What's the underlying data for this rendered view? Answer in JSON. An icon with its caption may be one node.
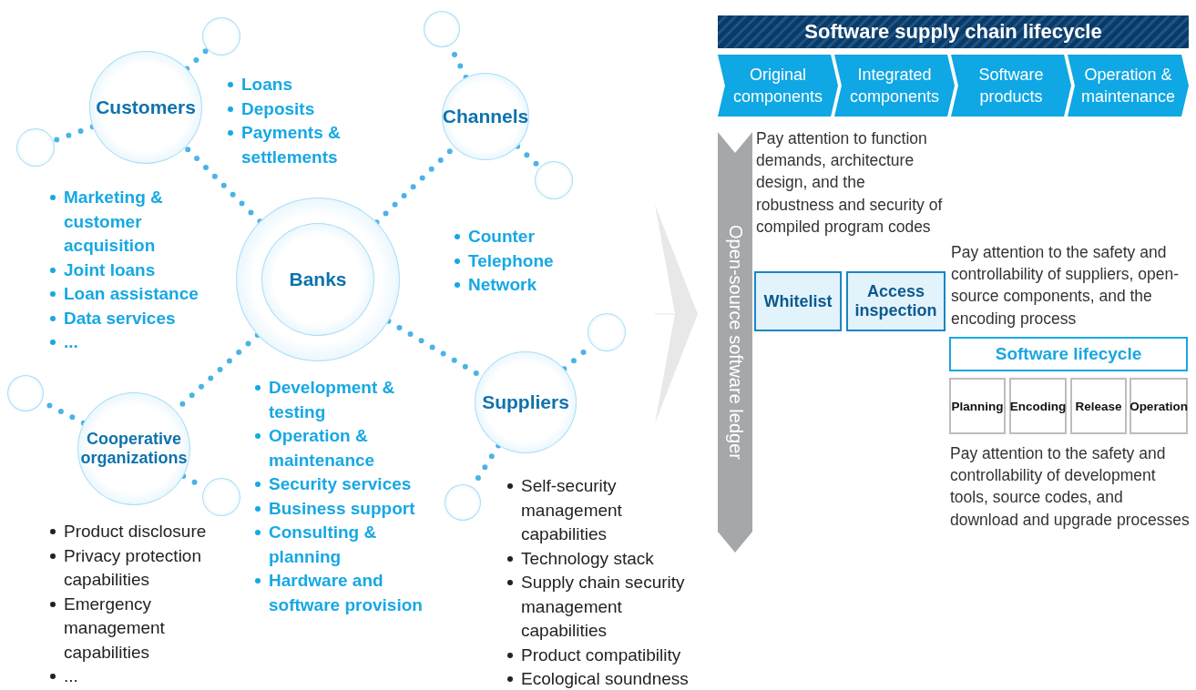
{
  "diagram": {
    "nodes": [
      {
        "text": [
          "Banks"
        ]
      },
      {
        "text": [
          "Customers"
        ]
      },
      {
        "text": [
          "Channels"
        ]
      },
      {
        "text": [
          "Suppliers"
        ]
      },
      {
        "text": [
          "Cooperative organizations"
        ]
      },
      {
        "text": [],
        "shape": "circle"
      },
      {
        "text": [],
        "shape": "circle"
      },
      {
        "text": [],
        "shape": "circle"
      },
      {
        "text": [],
        "shape": "circle"
      },
      {
        "text": [],
        "shape": "circle"
      },
      {
        "text": [],
        "shape": "circle"
      },
      {
        "text": [],
        "shape": "circle"
      },
      {
        "text": [],
        "shape": "circle"
      },
      {
        "text": [
          "Software supply chain lifecycle"
        ]
      },
      {
        "text": [
          "Original components"
        ]
      },
      {
        "text": [
          "Integrated components"
        ]
      },
      {
        "text": [
          "Software products"
        ]
      },
      {
        "text": [
          "Operation & maintenance"
        ]
      },
      {
        "text": [
          "Open-source software ledger"
        ]
      },
      {
        "text": [
          "Whitelist"
        ]
      },
      {
        "text": [
          "Access inspection"
        ]
      },
      {
        "text": [
          "Software lifecycle"
        ]
      },
      {
        "text": [
          "Planning"
        ]
      },
      {
        "text": [
          "Encoding"
        ]
      },
      {
        "text": [
          "Release"
        ]
      },
      {
        "text": [
          "Operation"
        ]
      }
    ],
    "edges": [
      {
        "from": 0,
        "to": 1,
        "arrow": "none",
        "style": "dashed"
      },
      {
        "from": 0,
        "to": 2,
        "arrow": "none",
        "style": "dashed"
      },
      {
        "from": 0,
        "to": 3,
        "arrow": "none",
        "style": "dashed"
      },
      {
        "from": 0,
        "to": 4,
        "arrow": "none",
        "style": "dashed"
      },
      {
        "from": 1,
        "to": 6,
        "arrow": "none",
        "style": "dashed"
      },
      {
        "from": 1,
        "to": 7,
        "arrow": "none",
        "style": "dashed"
      },
      {
        "from": 2,
        "to": 5,
        "arrow": "none",
        "style": "dashed"
      },
      {
        "from": 2,
        "to": 8,
        "arrow": "none",
        "style": "dashed"
      },
      {
        "from": 3,
        "to": 9,
        "arrow": "none",
        "style": "dashed"
      },
      {
        "from": 3,
        "to": 12,
        "arrow": "none",
        "style": "dashed"
      },
      {
        "from": 4,
        "to": 10,
        "arrow": "none",
        "style": "dashed"
      },
      {
        "from": 4,
        "to": 11,
        "arrow": "none",
        "style": "dashed"
      },
      {
        "from": null,
        "to": 18,
        "arrow": "to",
        "color": "#e8e8e8"
      }
    ],
    "labels": [
      "Loans",
      "Deposits",
      "Payments & settlements",
      "Marketing & customer acquisition",
      "Joint loans",
      "Loan assistance",
      "Data services",
      "...",
      "Counter",
      "Telephone",
      "Network",
      "Development & testing",
      "Operation & maintenance",
      "Security services",
      "Business support",
      "Consulting & planning",
      "Hardware and software provision",
      "Product disclosure",
      "Privacy protection capabilities",
      "Emergency management capabilities",
      "...",
      "Self-security management capabilities",
      "Technology stack",
      "Supply chain security management capabilities",
      "Product compatibility",
      "Ecological soundness",
      "Pay attention to function demands, architecture design, and the robustness and security of compiled program codes",
      "Pay attention to the safety and controllability of suppliers, open-source components, and the encoding process",
      "Pay attention to the safety and controllability of development tools, source codes, and download and upgrade processes"
    ]
  }
}
